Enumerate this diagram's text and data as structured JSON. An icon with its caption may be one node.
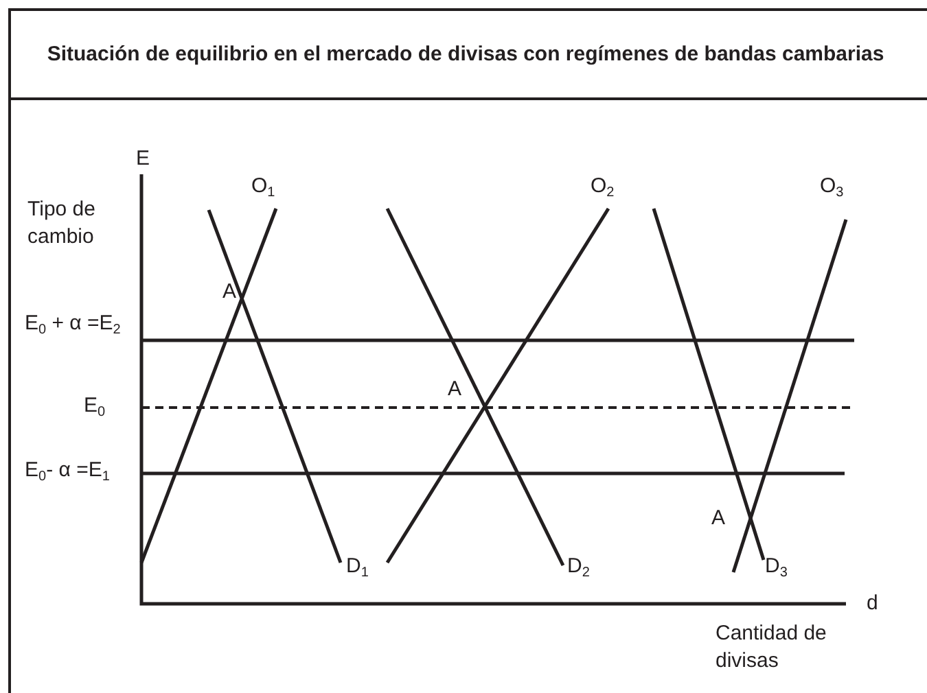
{
  "diagram": {
    "title": "Situación de equilibrio en el mercado de divisas con regímenes de bandas cambarias",
    "labels": [
      "E",
      "O$_{1}$",
      "O$_{2}$",
      "O$_{3}$",
      "Tipo de cambio",
      "A",
      "E$_{0}$ + α =E$_{2}$",
      "A",
      "E$_{0}$",
      "E$_{0}$- α =E$_{1}$",
      "A",
      "D$_{1}$",
      "D$_{2}$",
      "D$_{3}$",
      "d",
      "Cantidad de divisas"
    ]
  }
}
